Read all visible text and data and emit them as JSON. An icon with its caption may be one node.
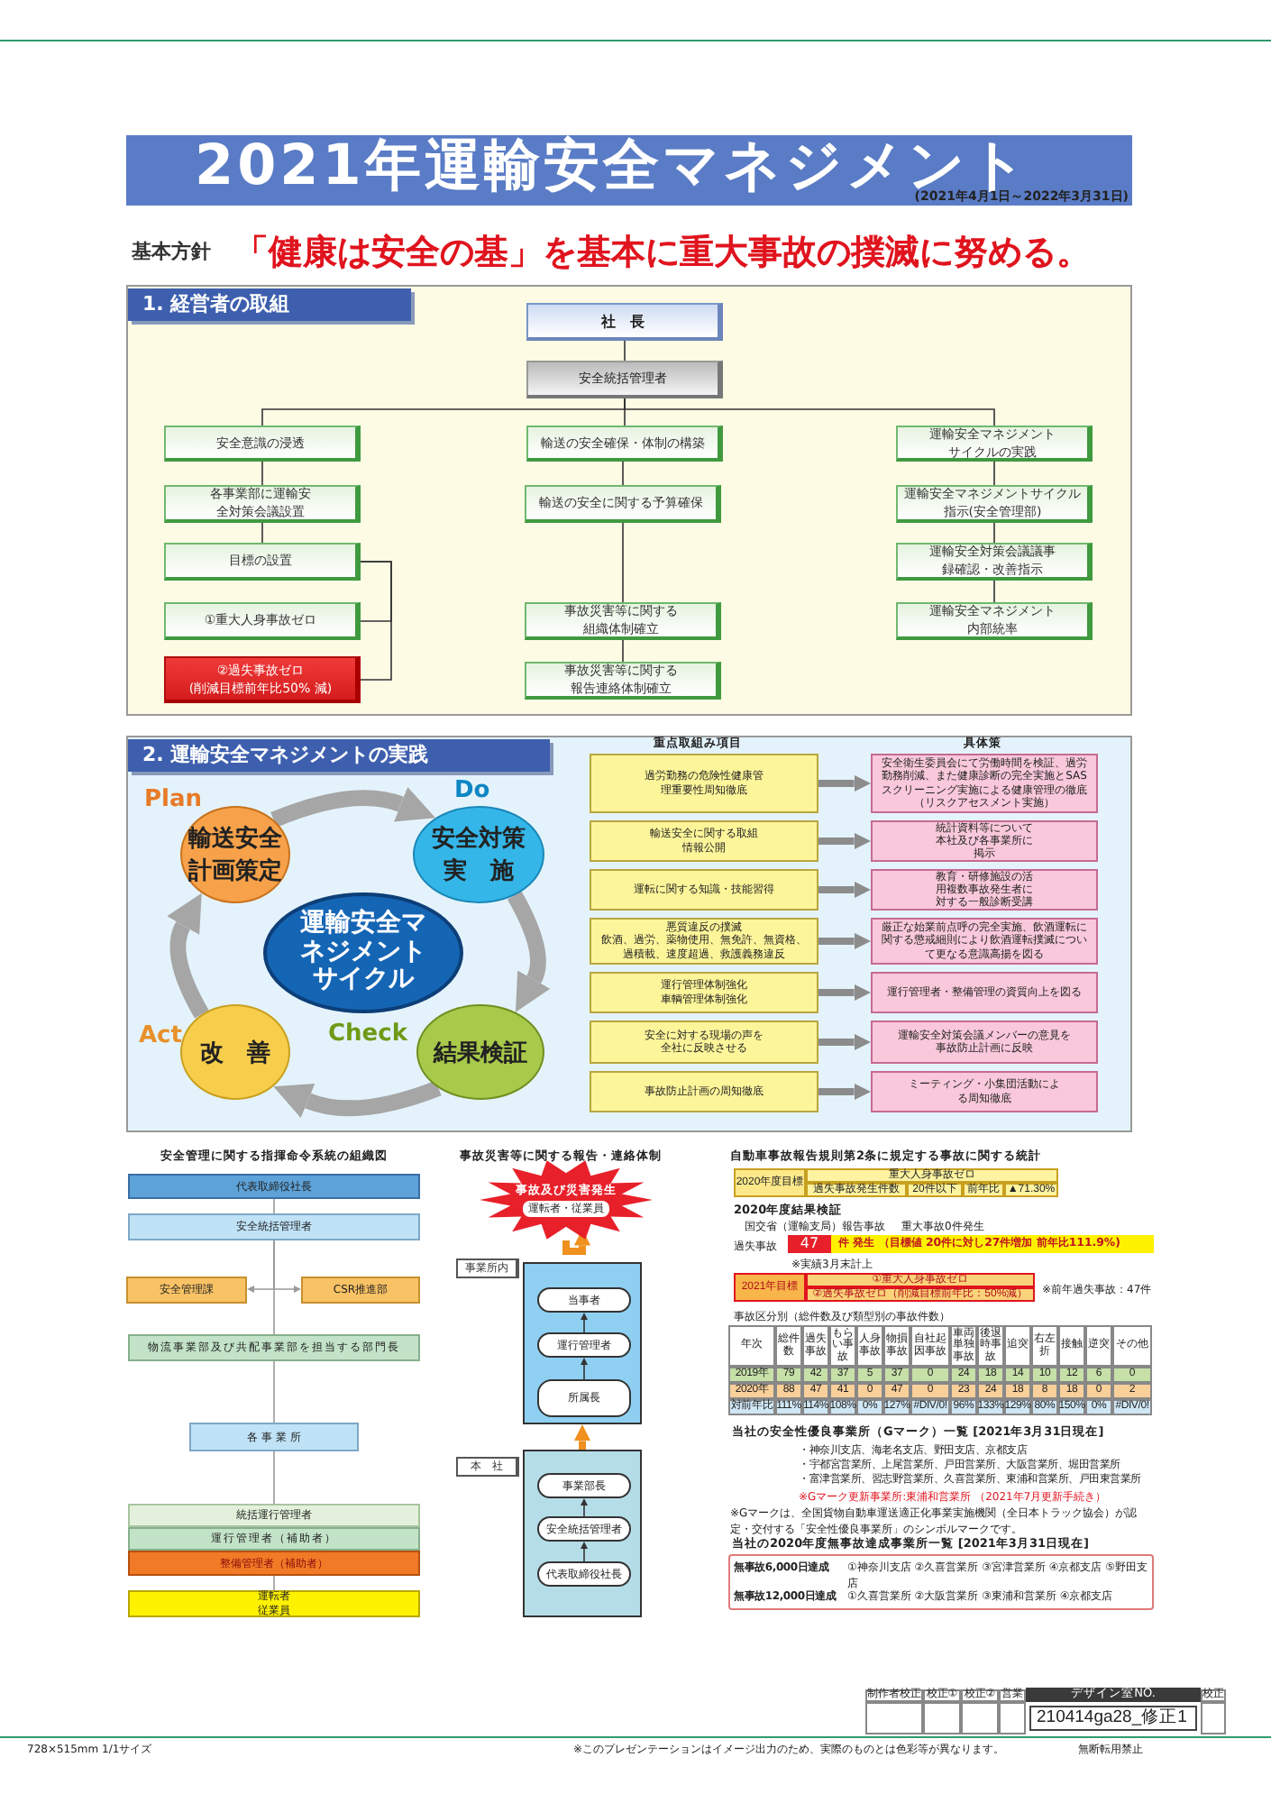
{
  "diagram": {
    "title": "2021年運輸安全マネジメント",
    "nodes": [
      {
        "text": [
          "1. 経営者の取組"
        ]
      },
      {
        "text": [
          "社　長"
        ],
        "in": 0
      },
      {
        "text": [
          "安全統括管理者"
        ],
        "in": 0
      },
      {
        "text": [
          "安全意識の浸透"
        ],
        "in": 0
      },
      {
        "text": [
          "輸送の安全確保・体制の構築"
        ],
        "in": 0
      },
      {
        "text": [
          "運輸安全マネジメントサイクルの実践"
        ],
        "in": 0
      },
      {
        "text": [
          "各事業部に運輸安全対策会議設置"
        ],
        "in": 0
      },
      {
        "text": [
          "輸送の安全に関する予算確保"
        ],
        "in": 0
      },
      {
        "text": [
          "運輸安全マネジメントサイクル指示(安全管理部)"
        ],
        "in": 0
      },
      {
        "text": [
          "目標の設置"
        ],
        "in": 0
      },
      {
        "text": [
          "運輸安全対策会議議事録確認・改善指示"
        ],
        "in": 0
      },
      {
        "text": [
          "①重大人身事故ゼロ"
        ],
        "in": 0
      },
      {
        "text": [
          "事故災害等に関する組織体制確立"
        ],
        "in": 0
      },
      {
        "text": [
          "運輸安全マネジメント内部統率"
        ],
        "in": 0
      },
      {
        "text": [
          "②過失事故ゼロ",
          "(削減目標前年比50% 減)"
        ],
        "in": 0
      },
      {
        "text": [
          "事故災害等に関する報告連絡体制確立"
        ],
        "in": 0
      },
      {
        "text": [
          "2. 運輸安全マネジメントの実践"
        ]
      },
      {
        "text": [
          "輸送安全計画策定"
        ],
        "beside": [
          "Plan"
        ],
        "in": 16
      },
      {
        "text": [
          "安全対策実　施"
        ],
        "beside": [
          "Do"
        ],
        "in": 16
      },
      {
        "text": [
          "結果検証"
        ],
        "beside": [
          "Check"
        ],
        "in": 16
      },
      {
        "text": [
          "改　善"
        ],
        "beside": [
          "Act"
        ],
        "in": 16
      },
      {
        "text": [
          "運輸安全マネジメントサイクル"
        ],
        "in": 16
      },
      {
        "text": [
          "過労勤務の危険性健康管理重要性周知徹底"
        ],
        "in": 16
      },
      {
        "text": [
          "輸送安全に関する取組情報公開"
        ],
        "in": 16
      },
      {
        "text": [
          "運転に関する知識・技能習得"
        ],
        "in": 16
      },
      {
        "text": [
          "悪質違反の撲滅",
          "飲酒、過労、薬物使用、無免許、無資格、過積載、速度超過、救護義務違反"
        ],
        "in": 16
      },
      {
        "text": [
          "運行管理体制強化車輌管理体制強化"
        ],
        "in": 16
      },
      {
        "text": [
          "安全に対する現場の声を全社に反映させる"
        ],
        "in": 16
      },
      {
        "text": [
          "事故防止計画の周知徹底"
        ],
        "in": 16
      },
      {
        "text": [
          "安全衛生委員会にて労働時間を検証、過労勤務削減、また健康診断の完全実施とSASスクリーニング実施による健康管理の徹底（リスクアセスメント実施）"
        ],
        "in": 16
      },
      {
        "text": [
          "統計資料等について本社及び各事業所に掲示"
        ],
        "in": 16
      },
      {
        "text": [
          "教育・研修施設の活用複数事故発生者に対する一般診断受講"
        ],
        "in": 16
      },
      {
        "text": [
          "厳正な始業前点呼の完全実施、飲酒運転に関する懲戒細則により飲酒運転撲滅について更なる意識高揚を図る"
        ],
        "in": 16
      },
      {
        "text": [
          "運行管理者・整備管理の資質向上を図る"
        ],
        "in": 16
      },
      {
        "text": [
          "運輸安全対策会議メンバーの意見を事故防止計画に反映"
        ],
        "in": 16
      },
      {
        "text": [
          "ミーティング・小集団活動による周知徹底"
        ],
        "in": 16
      },
      {
        "text": [
          "代表取締役社長"
        ]
      },
      {
        "text": [
          "安全統括管理者"
        ]
      },
      {
        "text": [
          "安全管理課"
        ]
      },
      {
        "text": [
          "CSR推進部"
        ]
      },
      {
        "text": [
          "物流事業部及び共配事業部を担当する部門長"
        ]
      },
      {
        "text": [
          "各 事 業 所"
        ]
      },
      {
        "text": [
          "統括運行管理者"
        ]
      },
      {
        "text": [
          "運行管理者（補助者）"
        ]
      },
      {
        "text": [
          "整備管理者（補助者）"
        ]
      },
      {
        "text": [
          "運転者従業員"
        ]
      },
      {
        "text": [
          "事故及び災害発生",
          "運転者・従業員"
        ]
      },
      {
        "text": [],
        "shape": "box",
        "beside": [
          "事業所内"
        ]
      },
      {
        "text": [
          "当事者"
        ],
        "in": 47
      },
      {
        "text": [
          "運行管理者"
        ],
        "in": 47
      },
      {
        "text": [
          "所属長"
        ],
        "in": 47
      },
      {
        "text": [],
        "shape": "box",
        "beside": [
          "本　社"
        ]
      },
      {
        "text": [
          "事業部長"
        ],
        "in": 51
      },
      {
        "text": [
          "安全統括管理者"
        ],
        "in": 51
      },
      {
        "text": [
          "代表取締役社長"
        ],
        "in": 51
      }
    ],
    "edges": [
      {
        "from": 1,
        "to": 2,
        "arrow": "none"
      },
      {
        "from": 2,
        "to": 3,
        "arrow": "none"
      },
      {
        "from": 2,
        "to": 4,
        "arrow": "none"
      },
      {
        "from": 2,
        "to": 5,
        "arrow": "none"
      },
      {
        "from": 3,
        "to": 6,
        "arrow": "none"
      },
      {
        "from": 6,
        "to": 9,
        "arrow": "none"
      },
      {
        "from": 9,
        "to": 11,
        "arrow": "none"
      },
      {
        "from": 9,
        "to": 14,
        "arrow": "none"
      },
      {
        "from": 4,
        "to": 7,
        "arrow": "none"
      },
      {
        "from": 7,
        "to": 12,
        "arrow": "none"
      },
      {
        "from": 12,
        "to": 15,
        "arrow": "none"
      },
      {
        "from": 5,
        "to": 8,
        "arrow": "none"
      },
      {
        "from": 8,
        "to": 10,
        "arrow": "none"
      },
      {
        "from": 10,
        "to": 13,
        "arrow": "none"
      },
      {
        "from": 17,
        "to": 18,
        "arrow": "to",
        "style": "thick",
        "color": "#a6a6a6"
      },
      {
        "from": 18,
        "to": 19,
        "arrow": "to",
        "style": "thick",
        "color": "#a6a6a6"
      },
      {
        "from": 19,
        "to": 20,
        "arrow": "to",
        "style": "thick",
        "color": "#a6a6a6"
      },
      {
        "from": 20,
        "to": 17,
        "arrow": "to",
        "style": "thick",
        "color": "#a6a6a6"
      },
      {
        "from": 22,
        "to": 29,
        "arrow": "to",
        "style": "thick",
        "color": "#8c8c8c"
      },
      {
        "from": 23,
        "to": 30,
        "arrow": "to",
        "style": "thick",
        "color": "#8c8c8c"
      },
      {
        "from": 24,
        "to": 31,
        "arrow": "to",
        "style": "thick",
        "color": "#8c8c8c"
      },
      {
        "from": 25,
        "to": 32,
        "arrow": "to",
        "style": "thick",
        "color": "#8c8c8c"
      },
      {
        "from": 26,
        "to": 33,
        "arrow": "to",
        "style": "thick",
        "color": "#8c8c8c"
      },
      {
        "from": 27,
        "to": 34,
        "arrow": "to",
        "style": "thick",
        "color": "#8c8c8c"
      },
      {
        "from": 28,
        "to": 35,
        "arrow": "to",
        "style": "thick",
        "color": "#8c8c8c"
      },
      {
        "from": 36,
        "to": 37,
        "arrow": "none",
        "color": "#9a9a9a"
      },
      {
        "from": 37,
        "to": 38,
        "arrow": "to",
        "color": "#9a9a9a"
      },
      {
        "from": 37,
        "to": 39,
        "arrow": "to",
        "color": "#9a9a9a"
      },
      {
        "from": 37,
        "to": 40,
        "arrow": "none",
        "color": "#9a9a9a"
      },
      {
        "from": 40,
        "to": 41,
        "arrow": "none",
        "color": "#9a9a9a"
      },
      {
        "from": 41,
        "to": 42,
        "arrow": "none",
        "color": "#9a9a9a"
      },
      {
        "from": 44,
        "to": 45,
        "arrow": "none",
        "color": "#9a9a9a"
      },
      {
        "from": 46,
        "to": 47,
        "arrow": "to",
        "style": "thick",
        "color": "#f0901e"
      },
      {
        "from": 49,
        "to": 48,
        "arrow": "to"
      },
      {
        "from": 50,
        "to": 49,
        "arrow": "to"
      },
      {
        "from": 51,
        "to": 47,
        "arrow": "to",
        "style": "thick",
        "color": "#f0901e"
      },
      {
        "from": 53,
        "to": 52,
        "arrow": "to"
      },
      {
        "from": 54,
        "to": 53,
        "arrow": "to"
      }
    ],
    "labels": [
      "(2021年4月1日～2022年3月31日)",
      "基本方針",
      "「健康は安全の基」を基本に重大事故の撲滅に努める。",
      "重点取組み項目",
      "具体策",
      "安全管理に関する指揮命令系統の組織図",
      "事故災害等に関する報告・連絡体制",
      "自動車事故報告規則第2条に規定する事故に関する統計",
      "2020年度目標",
      "重大人身事故ゼロ",
      "過失事故発生件数",
      "20件以下",
      "前年比",
      "▲71.30%",
      "2020年度結果検証",
      "国交省（運輸支局）報告事故",
      "重大事故0件発生",
      "過失事故",
      "47",
      "件 発生 （目標値 20件に対し27件増加 前年比111.9%)",
      "※実績3月末計上",
      "2021年目標",
      "①重大人身事故ゼロ",
      "②過失事故ゼロ（削減目標前年比：50%減）",
      "※前年過失事故：47件",
      "事故区分別（総件数及び類型別の事故件数）",
      "年次",
      "総件数",
      "過失事故",
      "もらい事故",
      "人身事故",
      "物損事故",
      "自社起因事故",
      "車両単独事故",
      "後退時事故",
      "追突",
      "右左折",
      "接触",
      "逆突",
      "その他",
      "2019年",
      "79",
      "42",
      "37",
      "5",
      "37",
      "0",
      "24",
      "18",
      "14",
      "10",
      "12",
      "6",
      "0",
      "2020年",
      "88",
      "47",
      "41",
      "0",
      "47",
      "0",
      "23",
      "24",
      "18",
      "8",
      "18",
      "0",
      "2",
      "対前年比",
      "111%",
      "114%",
      "108%",
      "0%",
      "127%",
      "#DIV/0!",
      "96%",
      "133%",
      "129%",
      "80%",
      "150%",
      "0%",
      "#DIV/0!",
      "当社の安全性優良事業所（Gマーク）一覧 [2021年3月31日現在]",
      "・神奈川支店、海老名支店、野田支店、京都支店",
      "・宇都宮営業所、上尾営業所、戸田営業所、大阪営業所、堀田営業所",
      "・富津営業所、習志野営業所、久喜営業所、東浦和営業所、戸田東営業所",
      "※Gマーク更新事業所:東浦和営業所 （2021年7月更新手続き）",
      "※Gマークは、全国貨物自動車運送適正化事業実施機関（全日本トラック協会）が認定・交付する「安全性優良事業所」のシンボルマークです。",
      "当社の2020年度無事故達成事業所一覧 [2021年3月31日現在]",
      "無事故6,000日達成",
      "①神奈川支店 ②久喜営業所 ③宮津営業所 ④京都支店 ⑤野田支店",
      "無事故12,000日達成",
      "①久喜営業所 ②大阪営業所 ③東浦和営業所 ④京都支店",
      "制作者校正",
      "校正①",
      "校正②",
      "営業",
      "デザイン室NO.",
      "校正",
      "210414ga28_修正1",
      "728×515mm 1/1サイズ",
      "※このプレゼンテーションはイメージ出力のため、実際のものとは色彩等が異なります。",
      "無断転用禁止"
    ]
  }
}
